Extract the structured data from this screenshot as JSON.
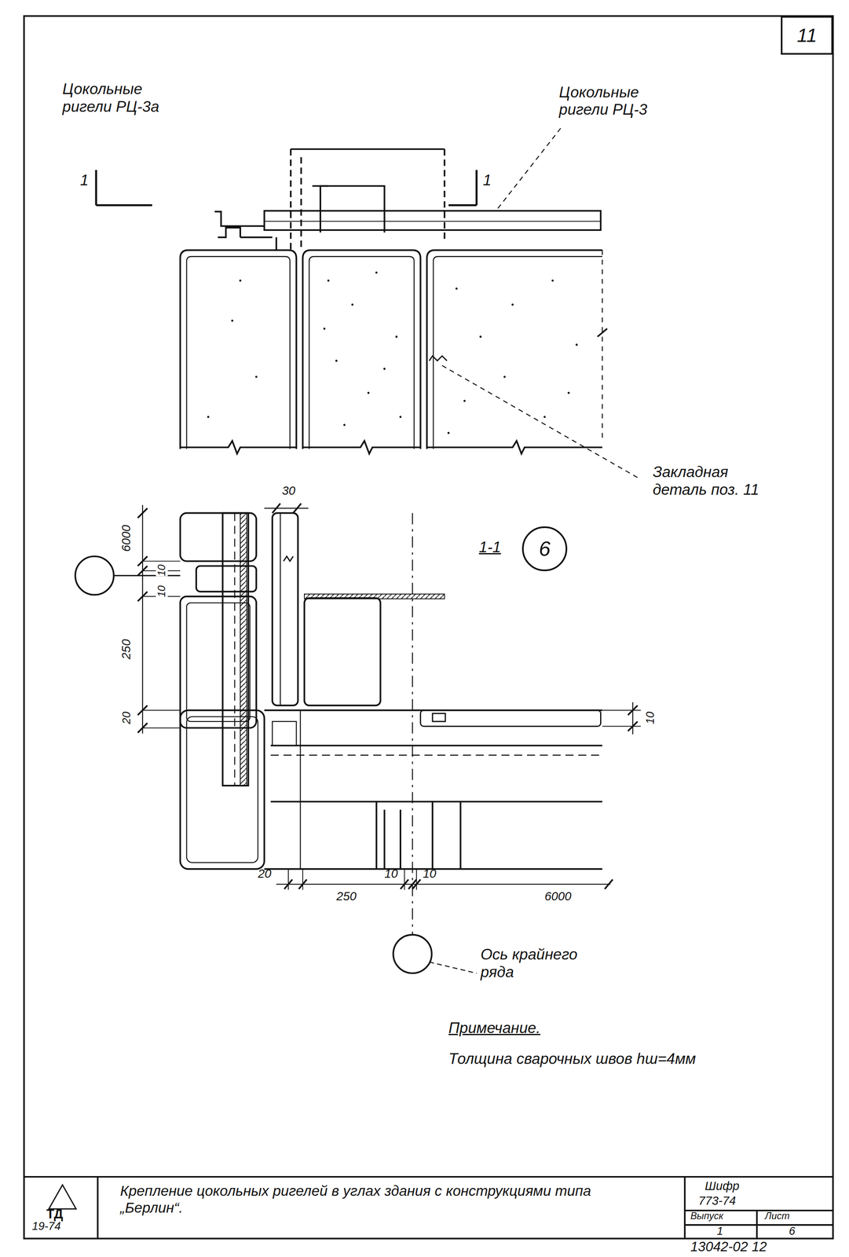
{
  "diagram": {
    "nodes": [
      {
        "text": [
          "11"
        ]
      },
      {
        "text": [
          "6"
        ]
      }
    ],
    "labels": [
      "Цокольные ригели РЦ-3а",
      "1",
      "Цокольные ригели РЦ-3",
      "1",
      "Закладная деталь поз. 11",
      "1-1",
      "30",
      "6000",
      "10",
      "10",
      "250",
      "20",
      "10",
      "20",
      "10",
      "10",
      "250",
      "6000",
      "Ось крайнего ряда",
      "Примечание.",
      "Толщина сварочных швов hш=4мм",
      "ТД",
      "19-74",
      "Крепление цокольных ригелей в углах здания с конструкциями типа „Берлин“.",
      "Шифр",
      "773-74",
      "Выпуск",
      "Лист",
      "1",
      "6",
      "13042-02 12"
    ]
  }
}
